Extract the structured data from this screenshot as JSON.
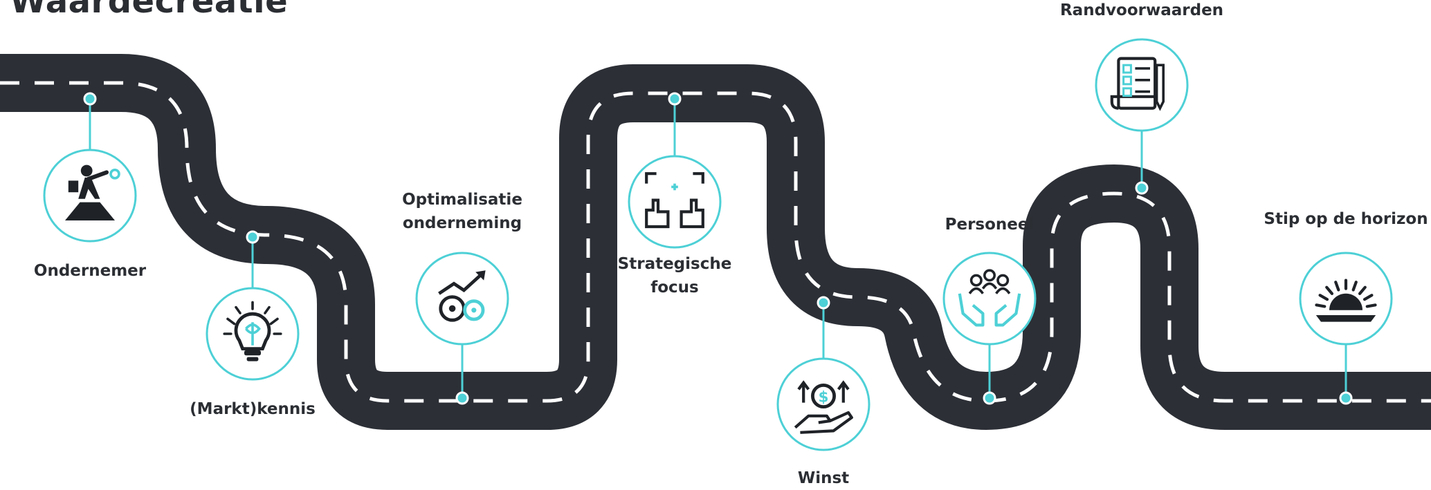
{
  "title": "Waardecreatie",
  "colors": {
    "road": "#2c2f36",
    "lane_marking": "#ffffff",
    "accent": "#4dd0d6",
    "icon": "#1f2328",
    "text": "#2b2e33"
  },
  "milestones": [
    {
      "id": "ondernemer",
      "label": "Ondernemer",
      "icon": "person-climbing-icon"
    },
    {
      "id": "marktkennis",
      "label": "(Markt)kennis",
      "icon": "lightbulb-brain-icon"
    },
    {
      "id": "optimalisatie",
      "label": "Optimalisatie\nonderneming",
      "icon": "growth-gears-icon"
    },
    {
      "id": "strategische-focus",
      "label": "Strategische\nfocus",
      "icon": "focus-frame-icon"
    },
    {
      "id": "winst",
      "label": "Winst",
      "icon": "money-hand-icon"
    },
    {
      "id": "personeel",
      "label": "Personeel",
      "icon": "team-hands-icon"
    },
    {
      "id": "randvoorwaarden",
      "label": "Randvoorwaarden",
      "icon": "checklist-scroll-icon"
    },
    {
      "id": "stip-op-de-horizon",
      "label": "Stip op de horizon",
      "icon": "sunrise-icon"
    }
  ]
}
